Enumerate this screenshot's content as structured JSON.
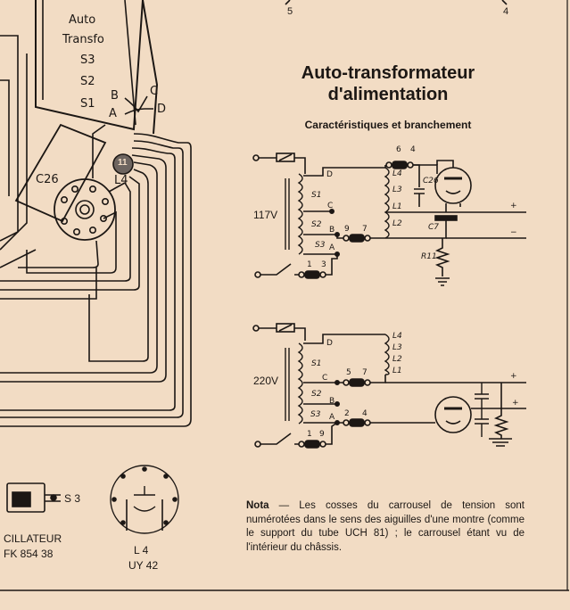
{
  "left_panel": {
    "transfo_lines": [
      "Auto",
      "Transfo",
      "S3",
      "S2",
      "S1"
    ],
    "terminals": [
      "B",
      "A",
      "C",
      "D"
    ],
    "c26": "C26",
    "l4": "L4",
    "badge": "11",
    "s3_label": "S 3",
    "oscillateur": "CILLATEUR",
    "fk": "FK 854 38",
    "tube_l4": "L 4",
    "tube_uy": "UY 42",
    "top_numbers": [
      "5",
      "4"
    ]
  },
  "header": {
    "title_line1": "Auto-transformateur",
    "title_line2": "d'alimentation",
    "subtitle": "Caractéristiques et branchement"
  },
  "schema1": {
    "voltage": "117V",
    "windings": [
      "S1",
      "S2",
      "S3"
    ],
    "taps": [
      "D",
      "C",
      "B",
      "A"
    ],
    "coils": [
      "L4",
      "L3",
      "L1",
      "L2"
    ],
    "cosses": [
      "6",
      "4",
      "9",
      "7",
      "1",
      "3"
    ],
    "components": [
      "C26",
      "C7",
      "R11"
    ],
    "polarity": [
      "+",
      "−"
    ]
  },
  "schema2": {
    "voltage": "220V",
    "windings": [
      "S1",
      "S2",
      "S3"
    ],
    "taps": [
      "D",
      "C",
      "B",
      "A"
    ],
    "coils": [
      "L4",
      "L3",
      "L2",
      "L1"
    ],
    "cosses": [
      "5",
      "7",
      "2",
      "4",
      "1",
      "9"
    ],
    "polarity": [
      "+",
      "+"
    ]
  },
  "nota": {
    "lead": "Nota",
    "text": " — Les cosses du carrousel de tension sont numérotées dans le sens des aiguilles d'une montre (comme le support du tube UCH 81) ; le carrousel étant vu de l'intérieur du châssis."
  }
}
